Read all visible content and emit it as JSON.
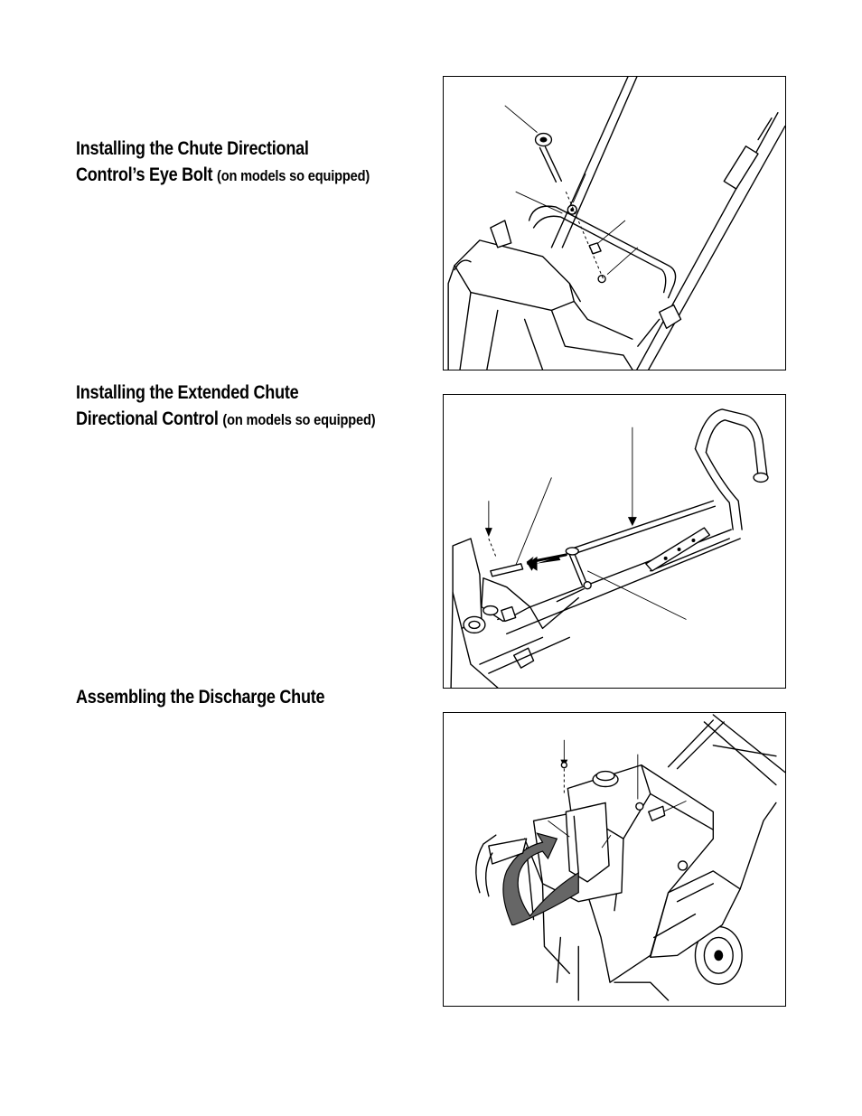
{
  "sections": [
    {
      "title": "Installing the Chute Directional Control’s Eye Bolt",
      "note": "(on models so equipped)"
    },
    {
      "title": "Installing the Extended Chute Directional Control",
      "note": "(on models so equipped)"
    },
    {
      "title": "Assembling the Discharge Chute",
      "note": ""
    }
  ],
  "figures": [
    {
      "name": "eye-bolt-installation-illustration"
    },
    {
      "name": "extended-chute-control-illustration"
    },
    {
      "name": "discharge-chute-assembly-illustration"
    }
  ],
  "colors": {
    "ink": "#000000",
    "background": "#ffffff",
    "chute_shade": "#666666"
  }
}
